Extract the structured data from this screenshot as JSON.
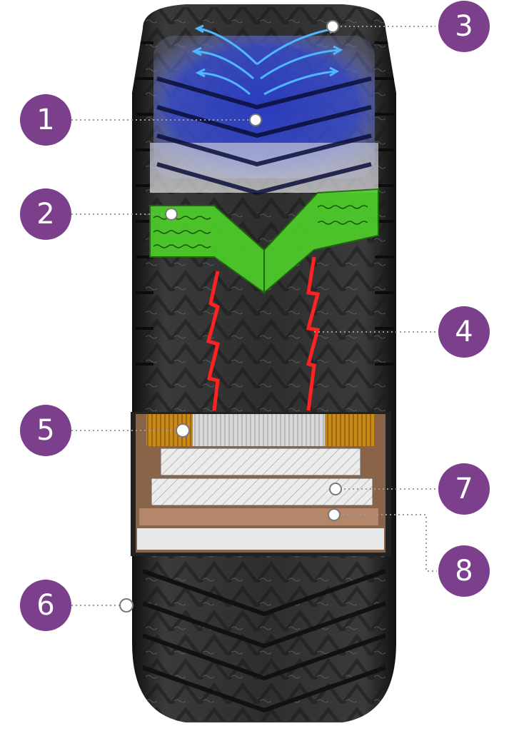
{
  "colors": {
    "accent": "#7b3f8c",
    "tread_zone_1": "#2a3cc4",
    "tread_zone_2": "#4fcf2a",
    "sipes_zone_4": "#ff2222",
    "tread_zone_3_arrows": "#4fb6ff"
  },
  "callouts": [
    {
      "number": "1"
    },
    {
      "number": "2"
    },
    {
      "number": "3"
    },
    {
      "number": "4"
    },
    {
      "number": "5"
    },
    {
      "number": "6"
    },
    {
      "number": "7"
    },
    {
      "number": "8"
    }
  ]
}
